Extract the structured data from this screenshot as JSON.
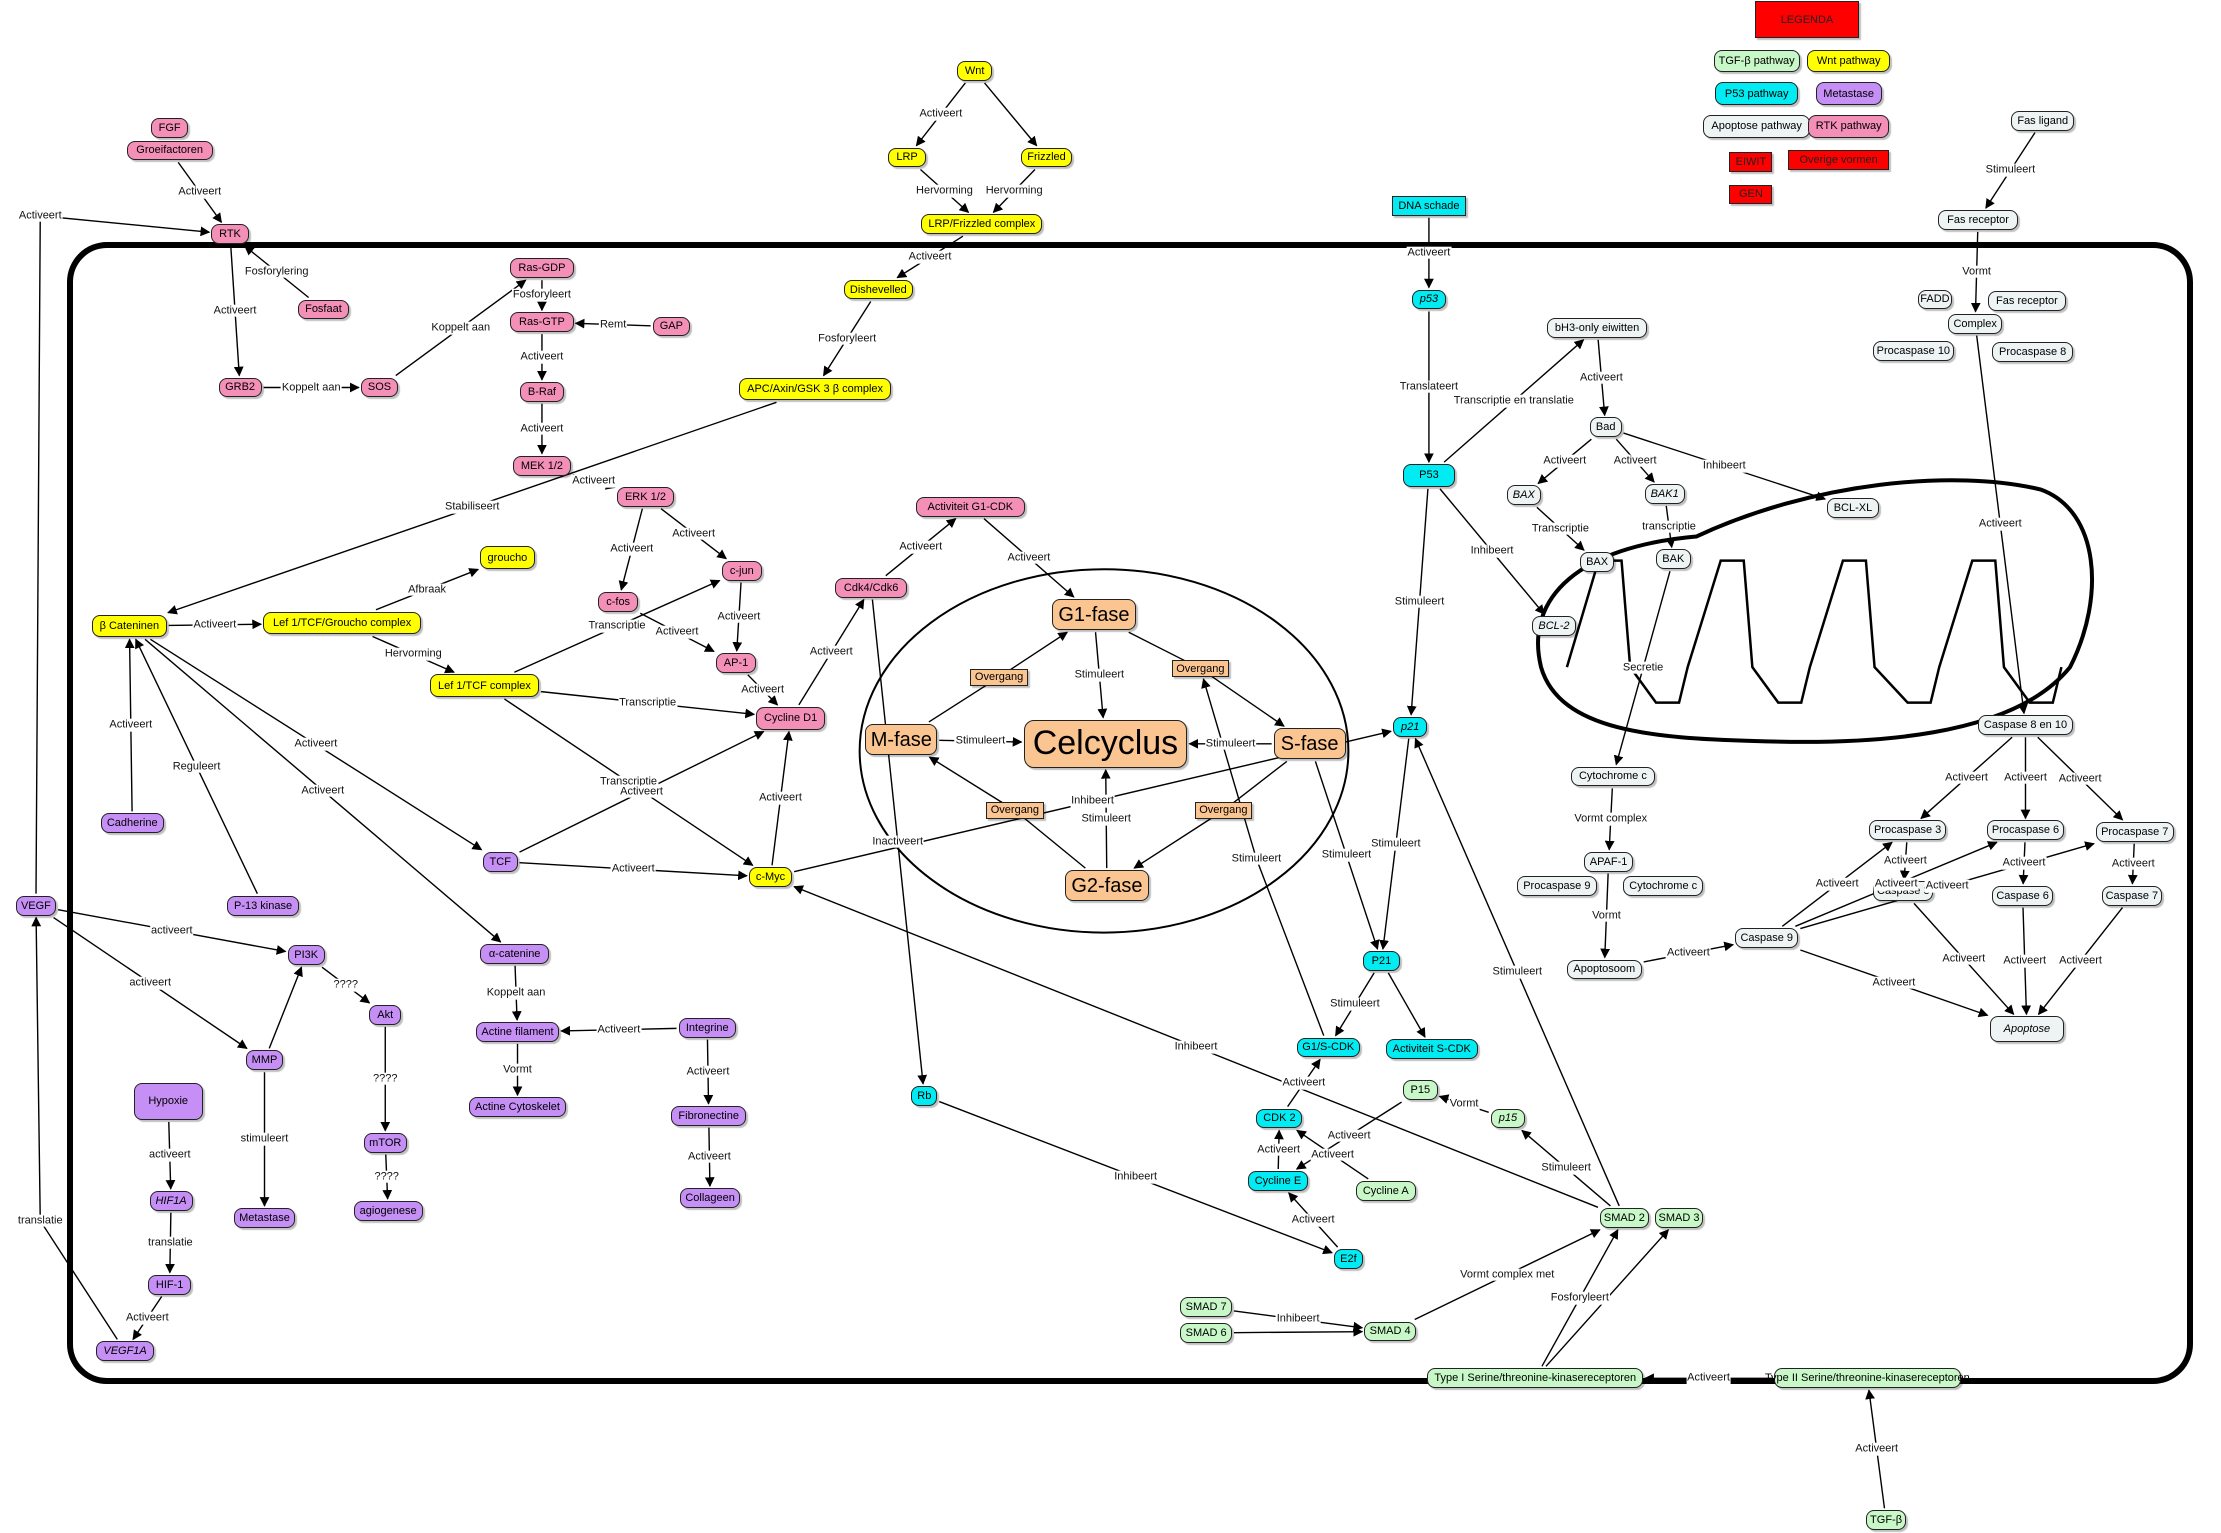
{
  "colors": {
    "rtk_pathway": "#f48fb8",
    "wnt_pathway": "#ffff00",
    "p53_pathway": "#00ecf2",
    "metastase": "#c58ff5",
    "tgf_pathway": "#c8f7c8",
    "apoptose_pathway": "#eef3f4",
    "celcyclus": "#fbc592",
    "legend_title": "#ff0000"
  },
  "legend": {
    "title": "LEGENDA",
    "items": [
      "TGF-β pathway",
      "Wnt pathway",
      "P53 pathway",
      "Metastase",
      "Apoptose pathway",
      "RTK pathway",
      "EIWIT",
      "Overige vormen",
      "GEN"
    ]
  },
  "nodes": {
    "fgf": "FGF",
    "groeifactoren": "Groeifactoren",
    "rtk": "RTK",
    "fosfaat": "Fosfaat",
    "grb2": "GRB2",
    "sos": "SOS",
    "ras_gdp": "Ras-GDP",
    "ras_gtp": "Ras-GTP",
    "gap": "GAP",
    "b_raf": "B-Raf",
    "mek": "MEK 1/2",
    "erk": "ERK 1/2",
    "c_fos": "c-fos",
    "c_jun": "c-jun",
    "ap1": "AP-1",
    "cycline_d1": "Cycline D1",
    "cdk46": "Cdk4/Cdk6",
    "act_g1cdk": "Activiteit G1-CDK",
    "wnt": "Wnt",
    "lrp": "LRP",
    "frizzled": "Frizzled",
    "lrp_frizzled": "LRP/Frizzled complex",
    "dishevelled": "Dishevelled",
    "apc": "APC/Axin/GSK 3 β complex",
    "b_catenin": "β Cateninen",
    "lef_groucho": "Lef 1/TCF/Groucho complex",
    "groucho": "groucho",
    "lef_tcf": "Lef 1/TCF complex",
    "tcf": "TCF",
    "c_myc": "c-Myc",
    "cadherine": "Cadherine",
    "p13": "P-13 kinase",
    "a_catenine": "α-catenine",
    "actine_filament": "Actine filament",
    "actine_cyto": "Actine Cytoskelet",
    "integrine": "Integrine",
    "fibronectine": "Fibronectine",
    "collageen": "Collageen",
    "vegf": "VEGF",
    "pi3k": "PI3K",
    "akt": "Akt",
    "mtor": "mTOR",
    "agiogenese": "agiogenese",
    "mmp": "MMP",
    "metastase": "Metastase",
    "hypoxie": "Hypoxie",
    "hif1a_gene": "HIF1A",
    "hif1": "HIF-1",
    "vegf1a": "VEGF1A",
    "g1_fase": "G1-fase",
    "s_fase": "S-fase",
    "m_fase": "M-fase",
    "g2_fase": "G2-fase",
    "celcyclus": "Celcyclus",
    "overgang": "Overgang",
    "dna_schade": "DNA schade",
    "p53_gene": "p53",
    "p53": "P53",
    "p21_gene": "p21",
    "p21": "P21",
    "g1s_cdk": "G1/S-CDK",
    "act_scdk": "Activiteit S-CDK",
    "cdk2": "CDK 2",
    "cycline_e": "Cycline E",
    "cycline_a": "Cycline A",
    "rb": "Rb",
    "e2f": "E2f",
    "p15": "P15",
    "p15_gene": "p15",
    "smad2": "SMAD 2",
    "smad3": "SMAD 3",
    "smad4": "SMAD 4",
    "smad6": "SMAD 6",
    "smad7": "SMAD 7",
    "type1": "Type I Serine/threonine-kinasereceptoren",
    "type2": "Type II Serine/threonine-kinasereceptoren",
    "tgf_b": "TGF-β",
    "bh3": "bH3-only eiwitten",
    "bad": "Bad",
    "bax_gene": "BAX",
    "bak1": "BAK1",
    "bax": "BAX",
    "bak": "BAK",
    "bcl_xl": "BCL-XL",
    "bcl2": "BCL-2",
    "cytochrome_c": "Cytochrome c",
    "apaf1": "APAF-1",
    "procaspase9": "Procaspase 9",
    "cytochrome_c2": "Cytochrome c",
    "apoptosoom": "Apoptosoom",
    "caspase9": "Caspase 9",
    "fas_ligand": "Fas ligand",
    "fas_receptor": "Fas receptor",
    "fadd": "FADD",
    "fas_receptor2": "Fas receptor",
    "complex": "Complex",
    "procaspase10": "Procaspase 10",
    "procaspase8": "Procaspase 8",
    "caspase8_10": "Caspase 8 en 10",
    "procaspase3": "Procaspase 3",
    "procaspase6": "Procaspase 6",
    "procaspase7": "Procaspase 7",
    "caspase3": "Caspase 3",
    "caspase6": "Caspase 6",
    "caspase7": "Caspase 7",
    "apoptose": "Apoptose"
  },
  "edge_labels": {
    "activeert": "Activeert",
    "activeert_lc": "activeert",
    "fosforylering": "Fosforylering",
    "fosforyleert": "Fosforyleert",
    "koppelt_aan": "Koppelt aan",
    "koppelt_aan_lc": "Koppelt aan",
    "remt": "Remt",
    "hervorming": "Hervorming",
    "stabiliseert": "Stabiliseert",
    "afbraak": "Afbraak",
    "transcriptie": "Transcriptie",
    "transcriptie_lc": "transcriptie",
    "reguleert": "Reguleert",
    "vormt": "Vormt",
    "stimuleert": "Stimuleert",
    "stimuleert_lc": "stimuleert",
    "translatie": "translatie",
    "translateert": "Translateert",
    "inhibeert": "Inhibeert",
    "inactiveert": "Inactiveert",
    "transcriptie_en_translatie": "Transcriptie en translatie",
    "secretie": "Secretie",
    "vormt_complex": "Vormt complex",
    "vormt_complex_met": "Vormt complex met",
    "fosforyleert2": "Fosforyleert",
    "qmarks": "????"
  }
}
